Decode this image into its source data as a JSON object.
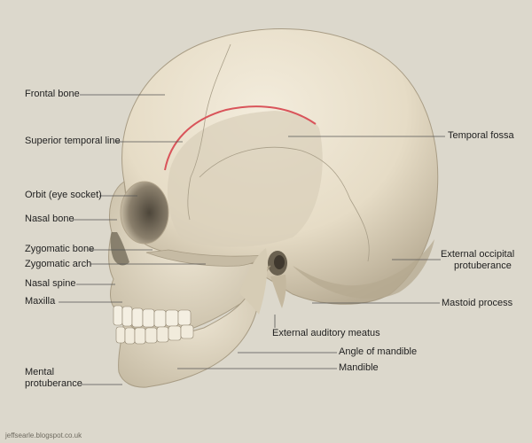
{
  "colors": {
    "background": "#dcd8cc",
    "bone": "#ece4d2",
    "bone_shadow": "#b9ae98",
    "suture": "#a89e88",
    "temporal_line": "#d9545a",
    "leader": "#555555"
  },
  "labels": {
    "frontal_bone": "Frontal bone",
    "superior_temporal_line": "Superior temporal line",
    "orbit": "Orbit (eye socket)",
    "nasal_bone": "Nasal bone",
    "zygomatic_bone": "Zygomatic bone",
    "zygomatic_arch": "Zygomatic arch",
    "nasal_spine": "Nasal spine",
    "maxilla": "Maxilla",
    "mental_protuberance_1": "Mental",
    "mental_protuberance_2": "protuberance",
    "temporal_fossa": "Temporal fossa",
    "external_occipital_1": "External occipital",
    "external_occipital_2": "protuberance",
    "mastoid_process": "Mastoid process",
    "external_auditory_meatus": "External auditory meatus",
    "angle_of_mandible": "Angle of mandible",
    "mandible": "Mandible"
  },
  "credit": "jeffsearle.blogspot.co.uk"
}
